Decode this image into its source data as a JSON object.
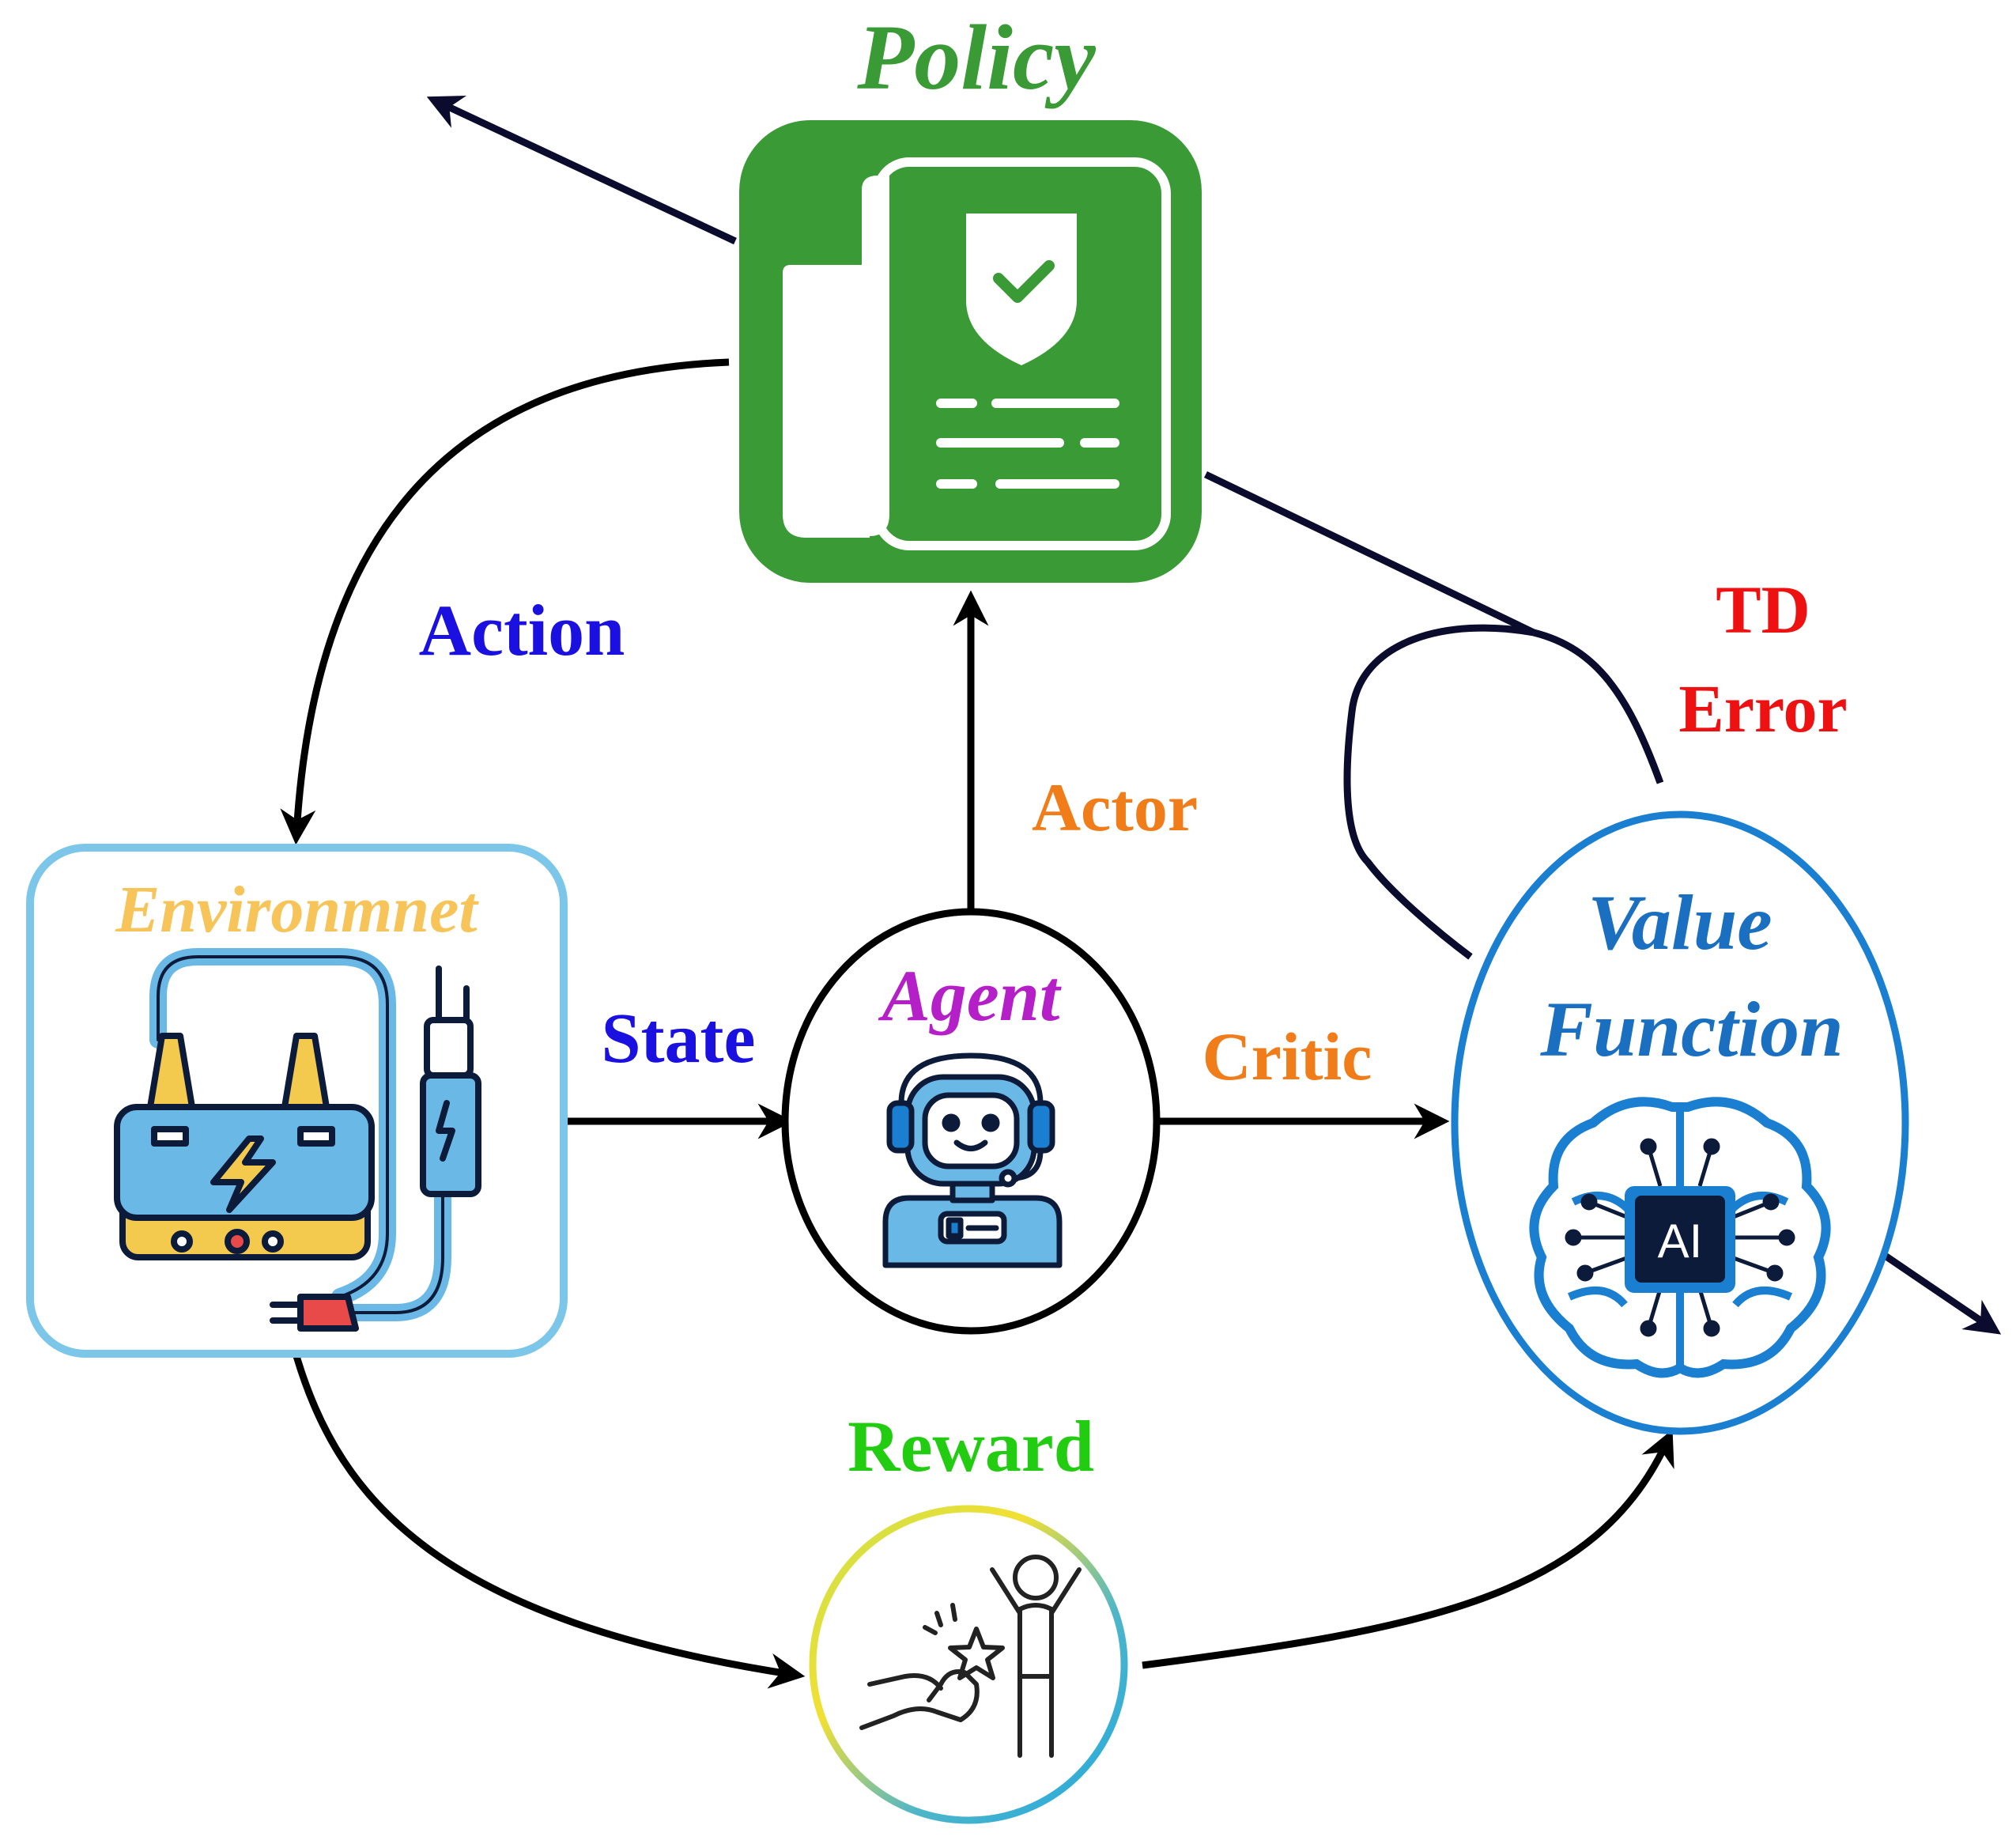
{
  "labels": {
    "policy": "Policy",
    "action": "Action",
    "actor": "Actor",
    "td_error_line1": "TD",
    "td_error_line2": "Error",
    "environment": "Environmnet",
    "state": "State",
    "agent": "Agent",
    "critic": "Critic",
    "value_function_line1": "Value",
    "value_function_line2": "Function",
    "reward": "Reward",
    "ai_chip": "AI"
  },
  "colors": {
    "policy": "#3a9a35",
    "policy_box": "#3a9a35",
    "action": "#1a10e0",
    "actor": "#f07d1a",
    "td_error": "#ee1111",
    "environment_text": "#f7c45a",
    "environment_border": "#7cc6ea",
    "state": "#1a10e0",
    "agent_text": "#b51fc7",
    "critic": "#f07d1a",
    "value_function_text": "#1a6fc0",
    "value_function_border": "#1a7fd0",
    "reward_text": "#22cc11",
    "arrows": "#000000",
    "dark_navy": "#0b0b2e"
  },
  "icons": {
    "policy": "policy-document-shield-icon",
    "environment": "power-station-icon",
    "agent": "robot-icon",
    "value_function": "ai-brain-icon",
    "reward": "reward-hand-star-icon"
  }
}
